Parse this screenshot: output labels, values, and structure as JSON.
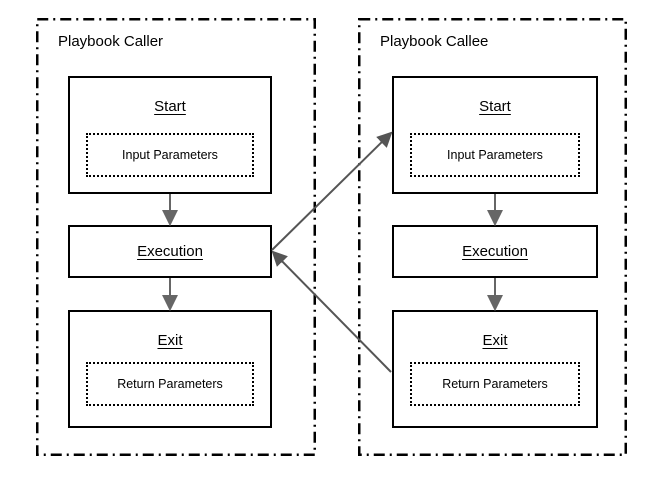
{
  "diagram": {
    "type": "flow-diagram",
    "background_color": "#ffffff",
    "panels": [
      {
        "id": "caller",
        "title": "Playbook Caller",
        "border_style": "dash-dot",
        "border_color": "#000000",
        "nodes": [
          {
            "id": "caller-start",
            "title": "Start",
            "param_label": "Input Parameters"
          },
          {
            "id": "caller-execution",
            "title": "Execution",
            "param_label": null
          },
          {
            "id": "caller-exit",
            "title": "Exit",
            "param_label": "Return Parameters"
          }
        ]
      },
      {
        "id": "callee",
        "title": "Playbook Callee",
        "border_style": "dash-dot",
        "border_color": "#000000",
        "nodes": [
          {
            "id": "callee-start",
            "title": "Start",
            "param_label": "Input Parameters"
          },
          {
            "id": "callee-execution",
            "title": "Execution",
            "param_label": null
          },
          {
            "id": "callee-exit",
            "title": "Exit",
            "param_label": "Return Parameters"
          }
        ]
      }
    ],
    "connectors": [
      {
        "id": "caller-start-to-execution",
        "from": "caller-start",
        "to": "caller-execution",
        "style": "vertical-arrow",
        "color": "#666666"
      },
      {
        "id": "caller-execution-to-exit",
        "from": "caller-execution",
        "to": "caller-exit",
        "style": "vertical-arrow",
        "color": "#666666"
      },
      {
        "id": "callee-start-to-execution",
        "from": "callee-start",
        "to": "callee-execution",
        "style": "vertical-arrow",
        "color": "#666666"
      },
      {
        "id": "callee-execution-to-exit",
        "from": "callee-execution",
        "to": "callee-exit",
        "style": "vertical-arrow",
        "color": "#666666"
      },
      {
        "id": "call-invoke",
        "from": "caller-execution",
        "to": "callee-start",
        "style": "diagonal-arrow",
        "color": "#555555"
      },
      {
        "id": "call-return",
        "from": "callee-exit",
        "to": "caller-execution",
        "style": "diagonal-arrow",
        "color": "#555555"
      }
    ]
  }
}
